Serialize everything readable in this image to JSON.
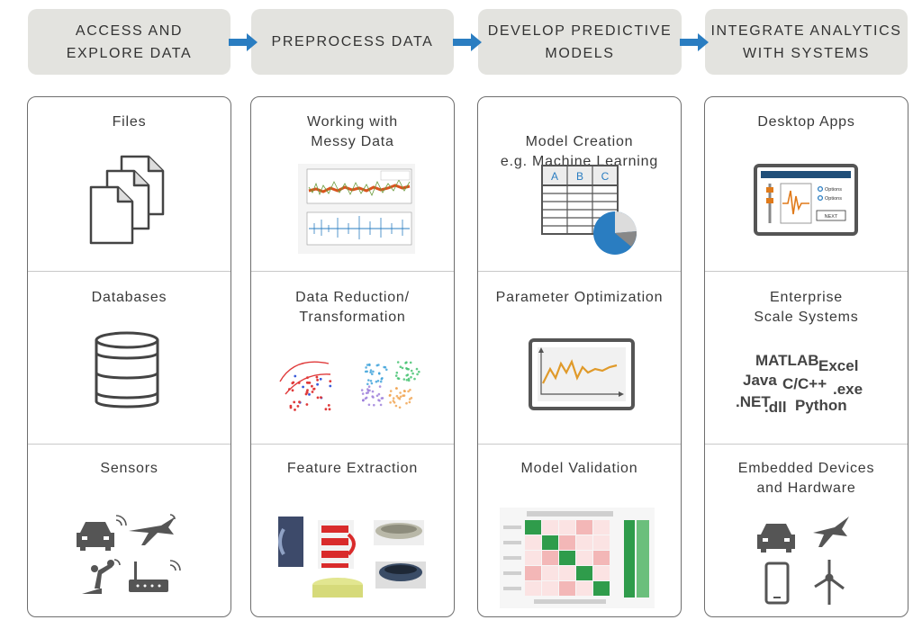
{
  "stages": [
    {
      "title": "ACCESS AND\nEXPLORE DATA"
    },
    {
      "title": "PREPROCESS DATA"
    },
    {
      "title": "DEVELOP PREDICTIVE\nMODELS"
    },
    {
      "title": "INTEGRATE ANALYTICS\nWITH SYSTEMS"
    }
  ],
  "columns": [
    {
      "cells": [
        {
          "title": "Files",
          "icon": "files-icon"
        },
        {
          "title": "Databases",
          "icon": "database-icon"
        },
        {
          "title": "Sensors",
          "icon": "sensors-icon"
        }
      ]
    },
    {
      "cells": [
        {
          "title": "Working with\nMessy Data",
          "icon": "messy-data-plot-icon"
        },
        {
          "title": "Data Reduction/\nTransformation",
          "icon": "clustering-scatter-icon"
        },
        {
          "title": "Feature Extraction",
          "icon": "mug-images-icon"
        }
      ]
    },
    {
      "cells": [
        {
          "title": "Model Creation",
          "subtitle": "e.g. Machine Learning",
          "icon": "table-pie-icon"
        },
        {
          "title": "Parameter Optimization",
          "icon": "line-chart-monitor-icon"
        },
        {
          "title": "Model Validation",
          "icon": "confusion-matrix-icon"
        }
      ]
    },
    {
      "cells": [
        {
          "title": "Desktop Apps",
          "icon": "desktop-app-icon"
        },
        {
          "title": "Enterprise\nScale Systems",
          "icon": "language-list-icon"
        },
        {
          "title": "Embedded Devices\nand Hardware",
          "icon": "embedded-devices-icon"
        }
      ]
    }
  ],
  "table_headers": [
    "A",
    "B",
    "C"
  ],
  "app_ui": {
    "option1": "Options",
    "option2": "Options",
    "button": "NEXT"
  },
  "languages": [
    "MATLAB",
    "Excel",
    "Java",
    "C/C++",
    ".exe",
    ".NET",
    ".dll",
    "Python"
  ],
  "colors": {
    "header_bg": "#e3e3df",
    "arrow": "#2a7dc1",
    "border": "#6e6e6e",
    "icon_gray": "#555555"
  }
}
